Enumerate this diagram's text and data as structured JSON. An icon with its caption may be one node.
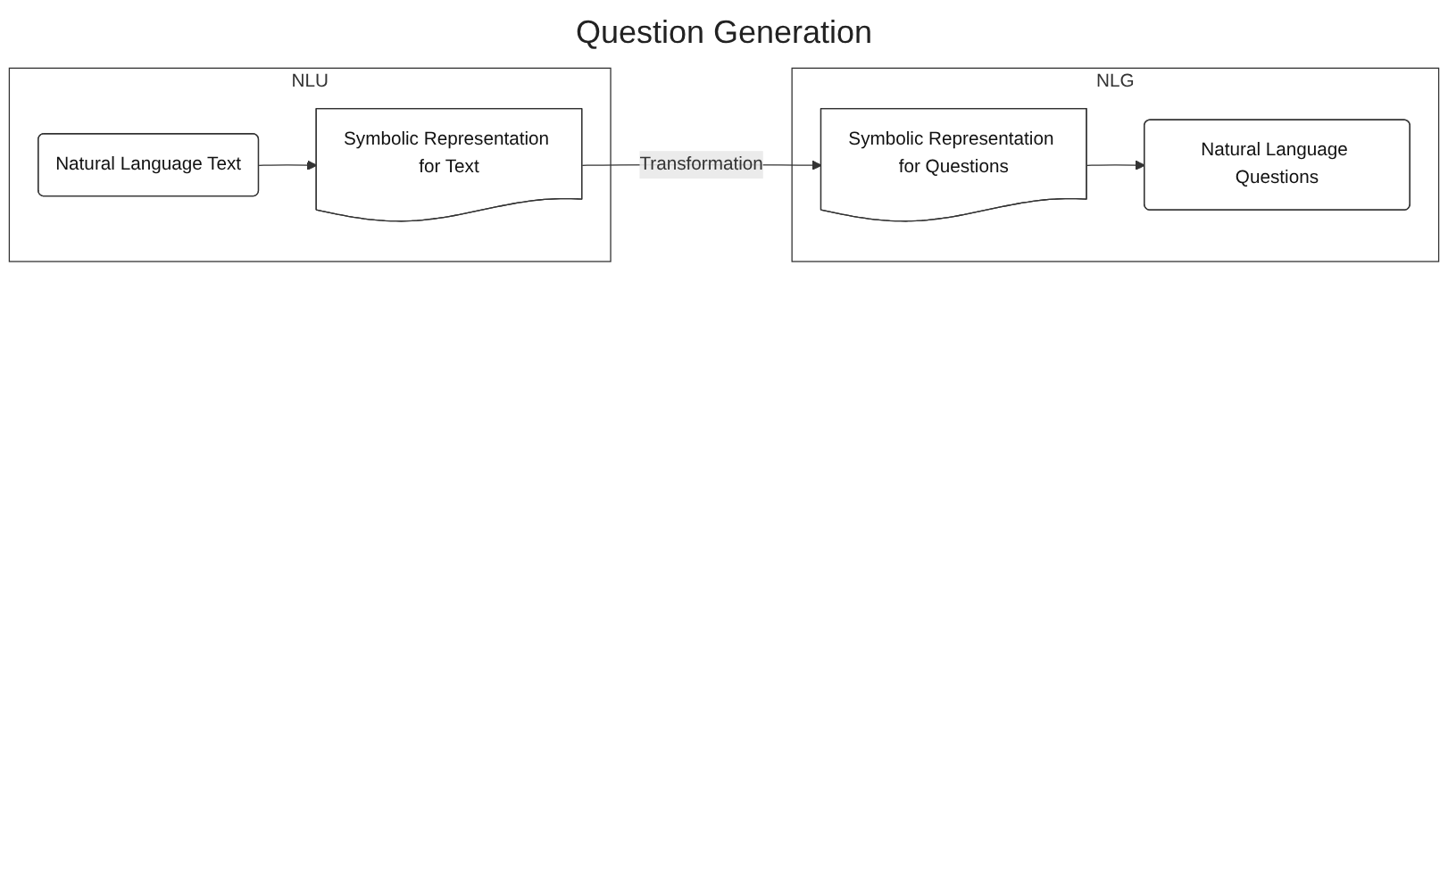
{
  "diagram": {
    "title": "Question Generation",
    "nodes": [
      {
        "text": [
          "NLU"
        ]
      },
      {
        "text": [
          "Natural Language Text"
        ],
        "in": 0
      },
      {
        "text": [
          "Symbolic Representation for Text"
        ],
        "in": 0
      },
      {
        "text": [
          "NLG"
        ]
      },
      {
        "text": [
          "Natural Language Questions"
        ],
        "in": 3
      },
      {
        "text": [
          "Symbolic Representation for Questions"
        ],
        "in": 3
      }
    ],
    "edges": [
      {
        "from": 1,
        "to": 2,
        "arrow": "to"
      },
      {
        "from": 2,
        "to": 5,
        "arrow": "to",
        "label": "Transformation"
      },
      {
        "from": 5,
        "to": 4,
        "arrow": "to"
      }
    ]
  }
}
